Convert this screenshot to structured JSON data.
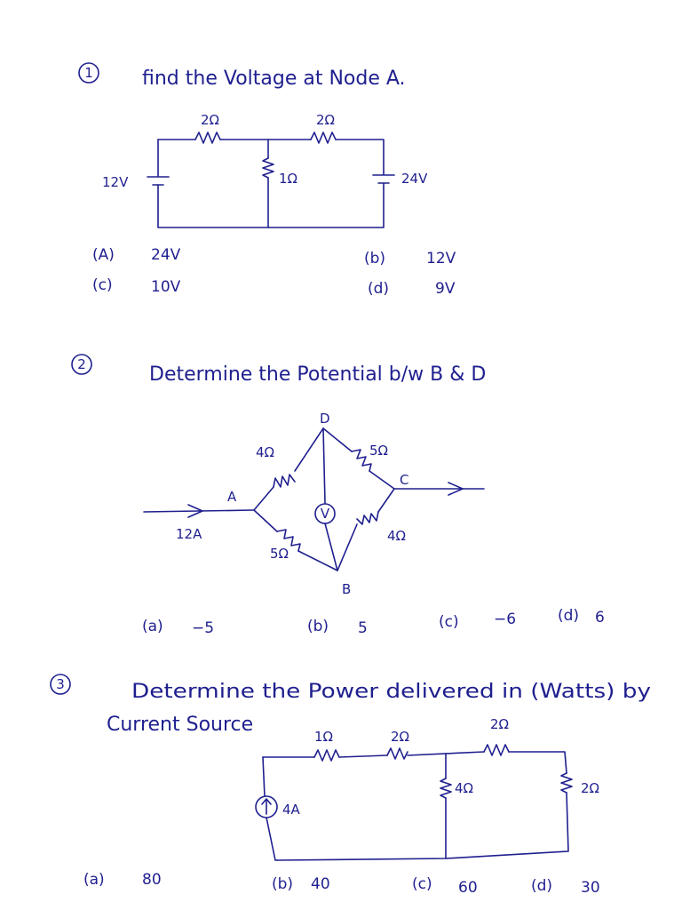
{
  "q1": {
    "number": "1",
    "question": "find the Voltage at Node A.",
    "r_left": "2Ω",
    "r_right": "2Ω",
    "r_mid": "1Ω",
    "v_left": "12V",
    "v_right": "24V",
    "options": [
      {
        "label": "(A)",
        "value": "24V"
      },
      {
        "label": "(b)",
        "value": "12V"
      },
      {
        "label": "(c)",
        "value": "10V"
      },
      {
        "label": "(d)",
        "value": "9V"
      }
    ]
  },
  "q2": {
    "number": "2",
    "question": "Determine the Potential b/w B & D",
    "node_a": "A",
    "node_b": "B",
    "node_c": "C",
    "node_d": "D",
    "r_ad": "4Ω",
    "r_dc": "5Ω",
    "r_ab": "5Ω",
    "r_bc": "4Ω",
    "meter": "V",
    "current": "12A",
    "options": [
      {
        "label": "(a)",
        "value": "−5"
      },
      {
        "label": "(b)",
        "value": "5"
      },
      {
        "label": "(c)",
        "value": "−6"
      },
      {
        "label": "(d)",
        "value": "6"
      }
    ]
  },
  "q3": {
    "number": "3",
    "question_line1": "Determine the Power delivered in (Watts) by",
    "question_line2": "Current Source",
    "r1": "1Ω",
    "r2": "2Ω",
    "r3": "2Ω",
    "r4": "4Ω",
    "r5": "2Ω",
    "source": "4A",
    "options": [
      {
        "label": "(a)",
        "value": "80"
      },
      {
        "label": "(b)",
        "value": "40"
      },
      {
        "label": "(c)",
        "value": "60"
      },
      {
        "label": "(d)",
        "value": "30"
      }
    ]
  }
}
